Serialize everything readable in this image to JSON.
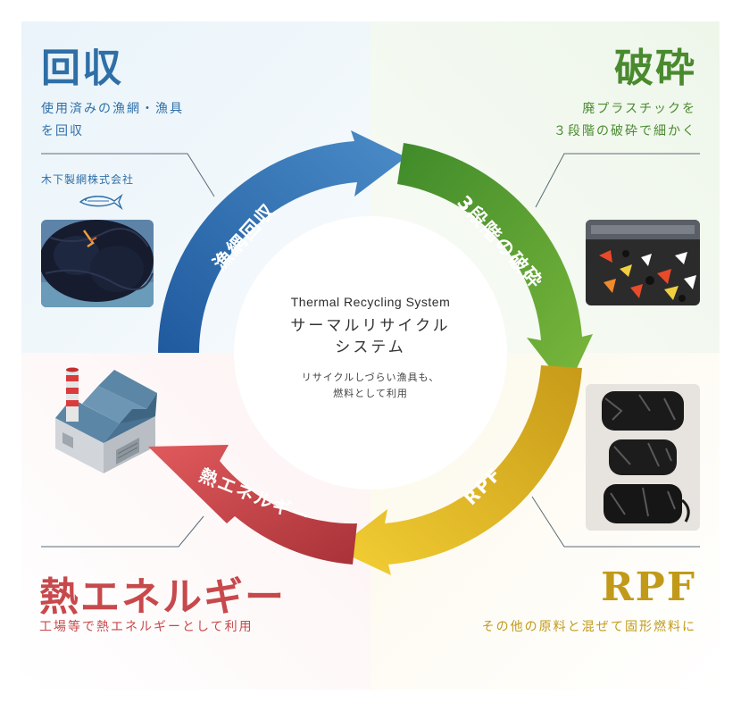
{
  "collection": {
    "title": "回収",
    "desc_line1": "使用済みの漁網・漁具",
    "desc_line2": "を回収",
    "company": "木下製網株式会社",
    "arrow_label": "漁網回収",
    "color": "#2f6fa7"
  },
  "crushing": {
    "title": "破砕",
    "desc_line1": "廃プラスチックを",
    "desc_line2": "３段階の破砕で細かく",
    "arrow_label": "3段階の破砕",
    "color": "#4a8a2f"
  },
  "rpf": {
    "title": "RPF",
    "desc": "その他の原料と混ぜて固形燃料に",
    "arrow_label": "RPF",
    "color": "#c19a1a"
  },
  "heat": {
    "title": "熱エネルギー",
    "desc": "工場等で熱エネルギーとして利用",
    "arrow_label": "熱エネルギー",
    "color": "#c7494c"
  },
  "center": {
    "title_en": "Thermal Recycling System",
    "title_jp_line1": "サーマルリサイクル",
    "title_jp_line2": "システム",
    "sub_line1": "リサイクルしづらい漁具も、",
    "sub_line2": "燃料として利用"
  },
  "icons": [
    "fish-logo-icon",
    "factory-icon"
  ]
}
